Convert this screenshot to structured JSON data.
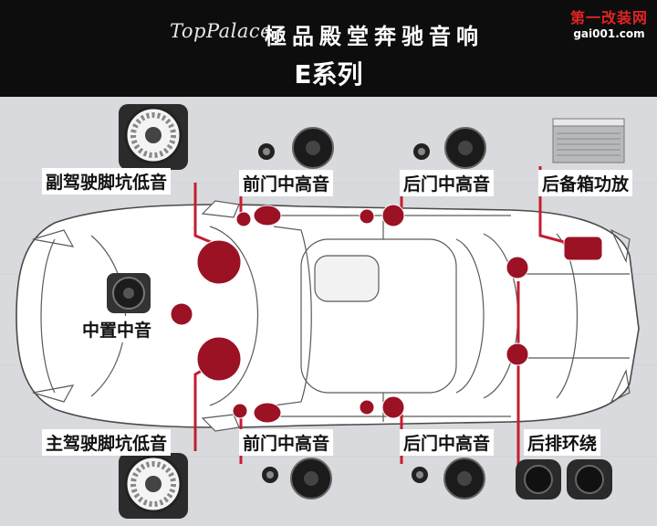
{
  "header": {
    "brand_script": "TopPalace",
    "brand_cn": "極品殿堂奔驰音响",
    "series_title": "E系列"
  },
  "watermark": {
    "name": "第一改装网",
    "url": "gai001.com"
  },
  "labels": {
    "passenger_footwell_woofer": "副驾驶脚坑低音",
    "front_door_mid_high_top": "前门中高音",
    "rear_door_mid_high_top": "后门中高音",
    "trunk_amplifier": "后备箱功放",
    "center_midrange": "中置中音",
    "driver_footwell_woofer": "主驾驶脚坑低音",
    "front_door_mid_high_bottom": "前门中高音",
    "rear_door_mid_high_bottom": "后门中高音",
    "rear_surround": "后排环绕"
  },
  "colors": {
    "header_bg": "#0d0d0d",
    "speaker_marker": "#9b1224",
    "leader_line": "#c41d2f",
    "watermark_red": "#e02424"
  }
}
